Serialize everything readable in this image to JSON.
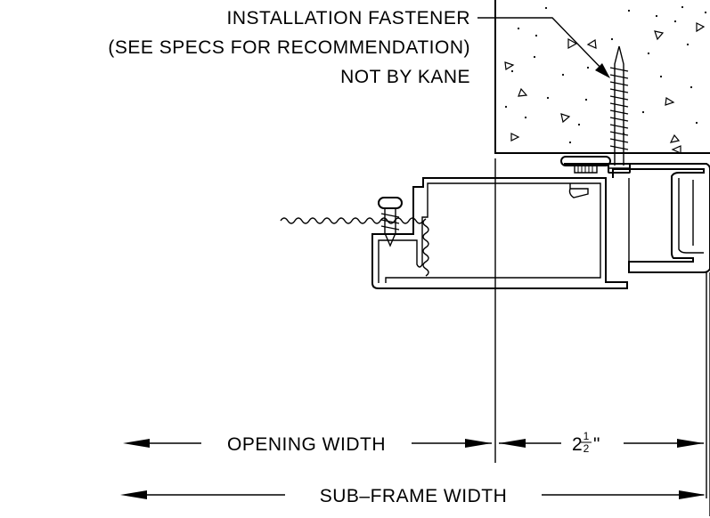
{
  "notes": {
    "fastener_line1": "INSTALLATION FASTENER",
    "fastener_line2": "(SEE SPECS FOR RECOMMENDATION)",
    "fastener_line3": "NOT BY KANE"
  },
  "dimensions": {
    "opening_width": "OPENING WIDTH",
    "offset_whole": "2",
    "offset_num": "1",
    "offset_den": "2",
    "offset_inch": "\"",
    "subframe_width": "SUB–FRAME WIDTH"
  }
}
